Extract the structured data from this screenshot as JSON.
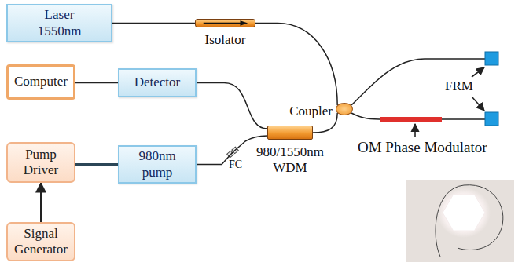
{
  "diagram": {
    "nodes": [
      {
        "text": [
          "Laser 1550nm"
        ]
      },
      {
        "text": [
          "Isolator"
        ]
      },
      {
        "text": [
          "Computer"
        ]
      },
      {
        "text": [
          "Detector"
        ]
      },
      {
        "text": [
          "Coupler"
        ]
      },
      {
        "text": [
          "980/1550nm WDM"
        ]
      },
      {
        "text": [
          "Pump Driver"
        ]
      },
      {
        "text": [
          "980nm pump"
        ]
      },
      {
        "text": [
          "Signal Generator"
        ]
      }
    ],
    "edges": [
      {
        "from": 0,
        "to": 1,
        "arrow": "none"
      },
      {
        "from": 1,
        "to": 4,
        "arrow": "none"
      },
      {
        "from": 2,
        "to": 3,
        "arrow": "none"
      },
      {
        "from": 3,
        "to": 5,
        "arrow": "none"
      },
      {
        "from": 5,
        "to": 4,
        "arrow": "none"
      },
      {
        "from": 6,
        "to": 7,
        "arrow": "none"
      },
      {
        "from": 7,
        "to": 5,
        "arrow": "none"
      },
      {
        "from": 8,
        "to": 6,
        "arrow": "to"
      }
    ],
    "labels": [
      "FC",
      "FRM",
      "OM Phase Modulator"
    ]
  }
}
